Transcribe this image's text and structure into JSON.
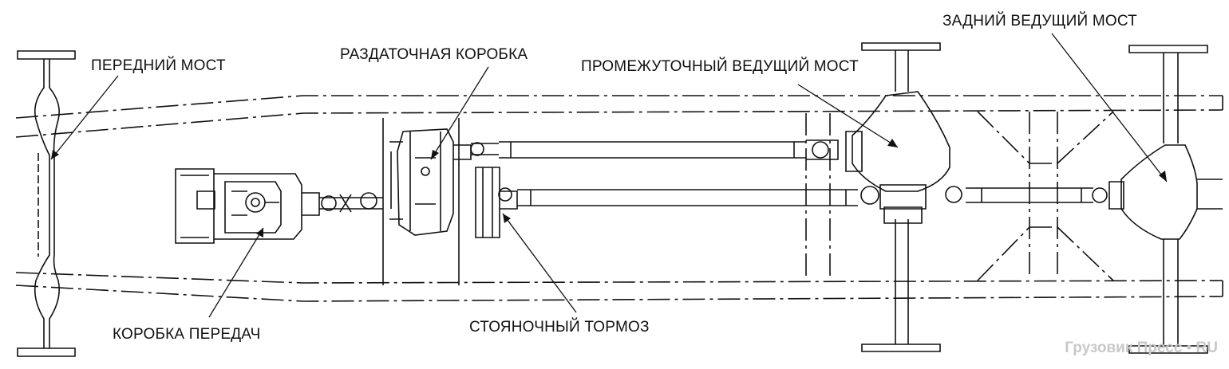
{
  "labels": {
    "front_axle": "ПЕРЕДНИЙ МОСТ",
    "transfer_case": "РАЗДАТОЧНАЯ КОРОБКА",
    "middle_axle": "ПРОМЕЖУТОЧНЫЙ ВЕДУЩИЙ МОСТ",
    "rear_axle": "ЗАДНИЙ ВЕДУЩИЙ МОСТ",
    "gearbox": "КОРОБКА ПЕРЕДАЧ",
    "parking_brake": "СТОЯНОЧНЫЙ ТОРМОЗ"
  },
  "watermark": "Грузовик Пресс • RU",
  "colors": {
    "line": "#111111",
    "watermark": "#c8c8c8",
    "background": "#ffffff"
  }
}
